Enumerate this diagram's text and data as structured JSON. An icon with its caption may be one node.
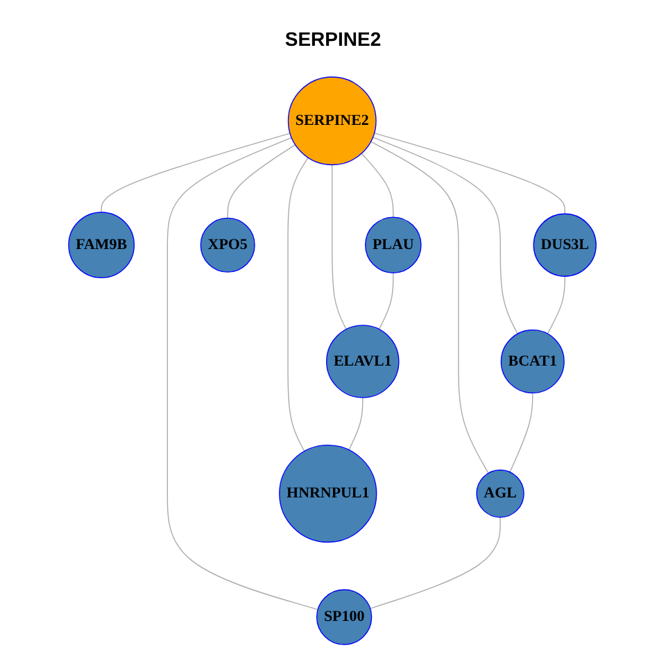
{
  "diagram": {
    "title": "SERPINE2",
    "nodes": [
      {
        "text": [
          "FAM9B"
        ]
      },
      {
        "text": [
          "DUS3L"
        ]
      },
      {
        "text": [
          "XPO5"
        ]
      },
      {
        "text": [
          "BCAT1"
        ]
      },
      {
        "text": [
          "SERPINE2"
        ]
      },
      {
        "text": [
          "PLAU"
        ]
      },
      {
        "text": [
          "AGL"
        ]
      },
      {
        "text": [
          "ELAVL1"
        ]
      },
      {
        "text": [
          "SP100"
        ]
      },
      {
        "text": [
          "HNRNPUL1"
        ]
      }
    ],
    "edges": [
      {
        "from": 4,
        "to": 0,
        "arrow": "none"
      },
      {
        "from": 4,
        "to": 2,
        "arrow": "none"
      },
      {
        "from": 4,
        "to": 1,
        "arrow": "none"
      },
      {
        "from": 4,
        "to": 3,
        "arrow": "none"
      },
      {
        "from": 4,
        "to": 6,
        "arrow": "none"
      },
      {
        "from": 4,
        "to": 8,
        "arrow": "none"
      },
      {
        "from": 4,
        "to": 5,
        "arrow": "none"
      },
      {
        "from": 4,
        "to": 7,
        "arrow": "none"
      },
      {
        "from": 4,
        "to": 9,
        "arrow": "none"
      },
      {
        "from": 1,
        "to": 3,
        "arrow": "none"
      },
      {
        "from": 3,
        "to": 6,
        "arrow": "none"
      },
      {
        "from": 6,
        "to": 8,
        "arrow": "none"
      },
      {
        "from": 5,
        "to": 7,
        "arrow": "none"
      },
      {
        "from": 7,
        "to": 9,
        "arrow": "none"
      }
    ]
  }
}
